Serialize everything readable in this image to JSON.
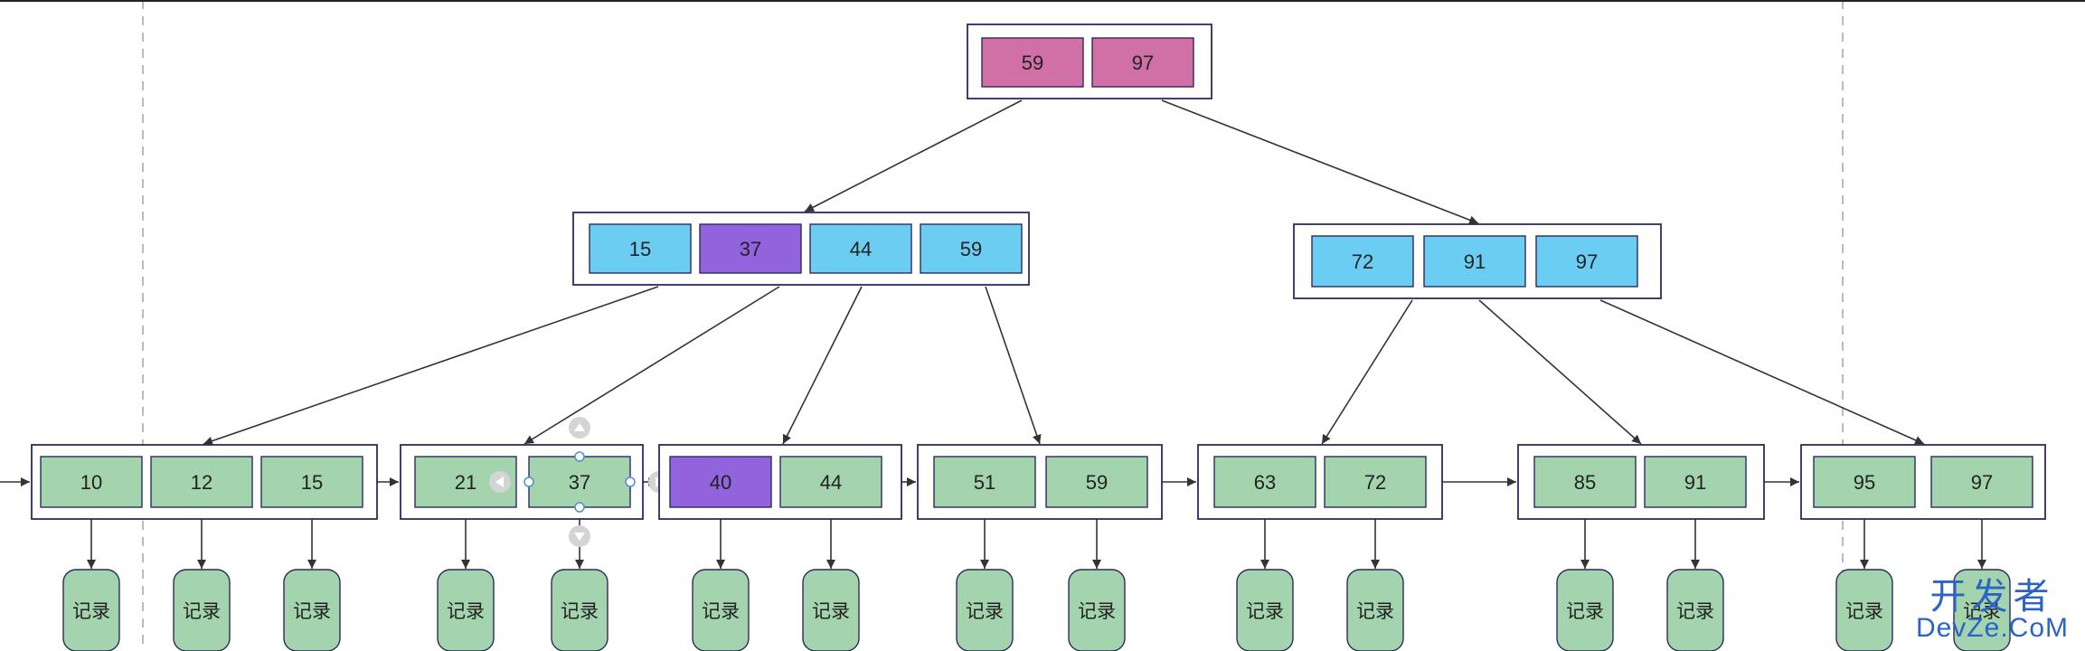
{
  "colors": {
    "root_key": "#d070a6",
    "internal_key": "#6ccdf3",
    "highlight_key": "#9163dd",
    "leaf_key": "#a3d4ad",
    "node_border": "#2d2a5e",
    "edge": "#333333",
    "guide": "#bbbbbb",
    "handle": "#9fc0d8"
  },
  "tree": {
    "root": {
      "keys": [
        "59",
        "97"
      ],
      "highlight": []
    },
    "internal": [
      {
        "keys": [
          "15",
          "37",
          "44",
          "59"
        ],
        "highlight": [
          1
        ]
      },
      {
        "keys": [
          "72",
          "91",
          "97"
        ],
        "highlight": []
      }
    ],
    "leaves": [
      {
        "keys": [
          "10",
          "12",
          "15"
        ],
        "highlight": []
      },
      {
        "keys": [
          "21",
          "37"
        ],
        "highlight": [],
        "selected": 1
      },
      {
        "keys": [
          "40",
          "44"
        ],
        "highlight": [
          0
        ]
      },
      {
        "keys": [
          "51",
          "59"
        ],
        "highlight": []
      },
      {
        "keys": [
          "63",
          "72"
        ],
        "highlight": []
      },
      {
        "keys": [
          "85",
          "91"
        ],
        "highlight": []
      },
      {
        "keys": [
          "95",
          "97"
        ],
        "highlight": []
      }
    ],
    "record_label": "记录"
  },
  "watermark": {
    "top": "开发者",
    "bottom": "DevZe.CoM"
  }
}
